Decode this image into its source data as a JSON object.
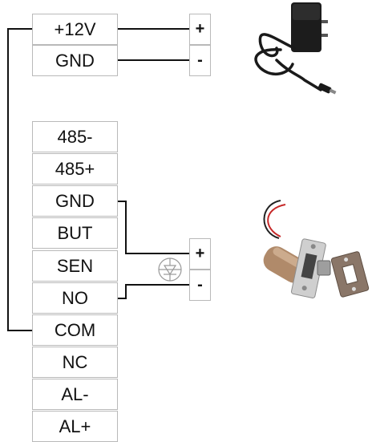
{
  "power_block": {
    "terminals": [
      "+12V",
      "GND"
    ]
  },
  "controller_block": {
    "terminals": [
      "485-",
      "485+",
      "GND",
      "BUT",
      "SEN",
      "NO",
      "COM",
      "NC",
      "AL-",
      "AL+"
    ]
  },
  "adapter_terminals": [
    "+",
    "-"
  ],
  "lock_terminals": [
    "+",
    "-"
  ],
  "icons": {
    "adapter": "power-adapter-image",
    "lock": "electric-bolt-lock-image",
    "diode": "diode-symbol"
  },
  "colors": {
    "wire": "#111111",
    "border": "#b9b9b9",
    "diode": "#9a9a9a"
  }
}
